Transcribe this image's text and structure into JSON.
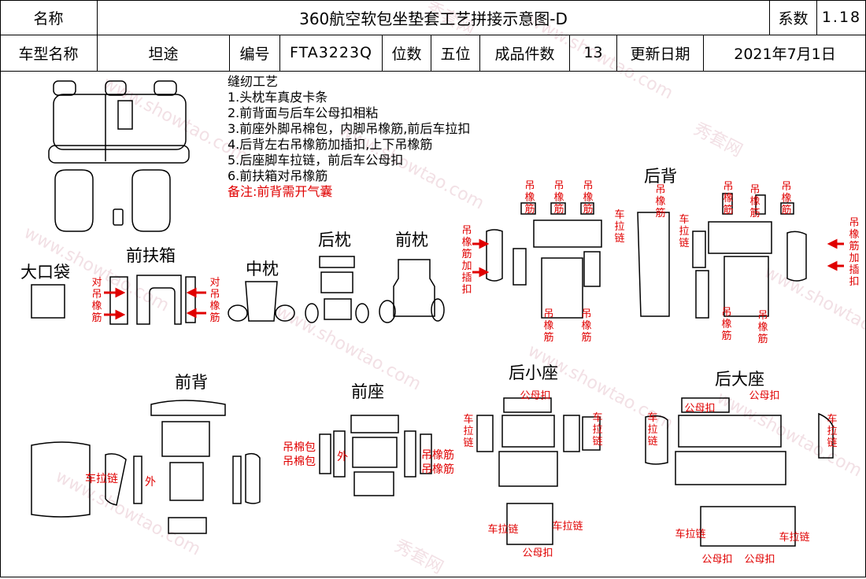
{
  "header": {
    "name_label": "名称",
    "title": "360航空软包坐垫套工艺拼接示意图-D",
    "coef_label": "系数",
    "coef_value": "1.18"
  },
  "info": {
    "model_label": "车型名称",
    "model_value": "坦途",
    "code_label": "编号",
    "code_value": "FTA3223Q",
    "seat_label": "位数",
    "seat_value": "五位",
    "pieces_label": "成品件数",
    "pieces_value": "13",
    "date_label": "更新日期",
    "date_value": "2021年7月1日"
  },
  "notes": {
    "heading": "缝纫工艺",
    "items": [
      "1.头枕车真皮卡条",
      "2.前背面与后车公母扣相粘",
      "3.前座外脚吊棉包，内脚吊橡筋,前后车拉扣",
      "4.后背左右吊橡筋加插扣,上下吊橡筋",
      "5.后座脚车拉链，前后车公母扣",
      "6.前扶箱对吊橡筋"
    ],
    "remark": "备注:前背需开气囊"
  },
  "sections": {
    "big_pocket": "大口袋",
    "front_armrest": "前扶箱",
    "middle_pillow": "中枕",
    "rear_pillow": "后枕",
    "front_pillow": "前枕",
    "rear_back": "后背",
    "front_back": "前背",
    "front_seat": "前座",
    "rear_small_seat": "后小座",
    "rear_big_seat": "后大座"
  },
  "labels": {
    "dui_diao_xiangjin": "对吊橡筋",
    "diao_xiangjin": "吊橡筋",
    "diao_xiangjin_jia_chakou": "吊橡筋加插扣",
    "che_lalian": "车拉链",
    "wai": "外",
    "diao_mianbao": "吊棉包",
    "gong_mu_kou": "公母扣"
  },
  "watermark": {
    "brand": "秀套网",
    "url": "www.showtao.com"
  },
  "colors": {
    "annotation": "#e00000",
    "watermark": "#e8c8d0"
  }
}
